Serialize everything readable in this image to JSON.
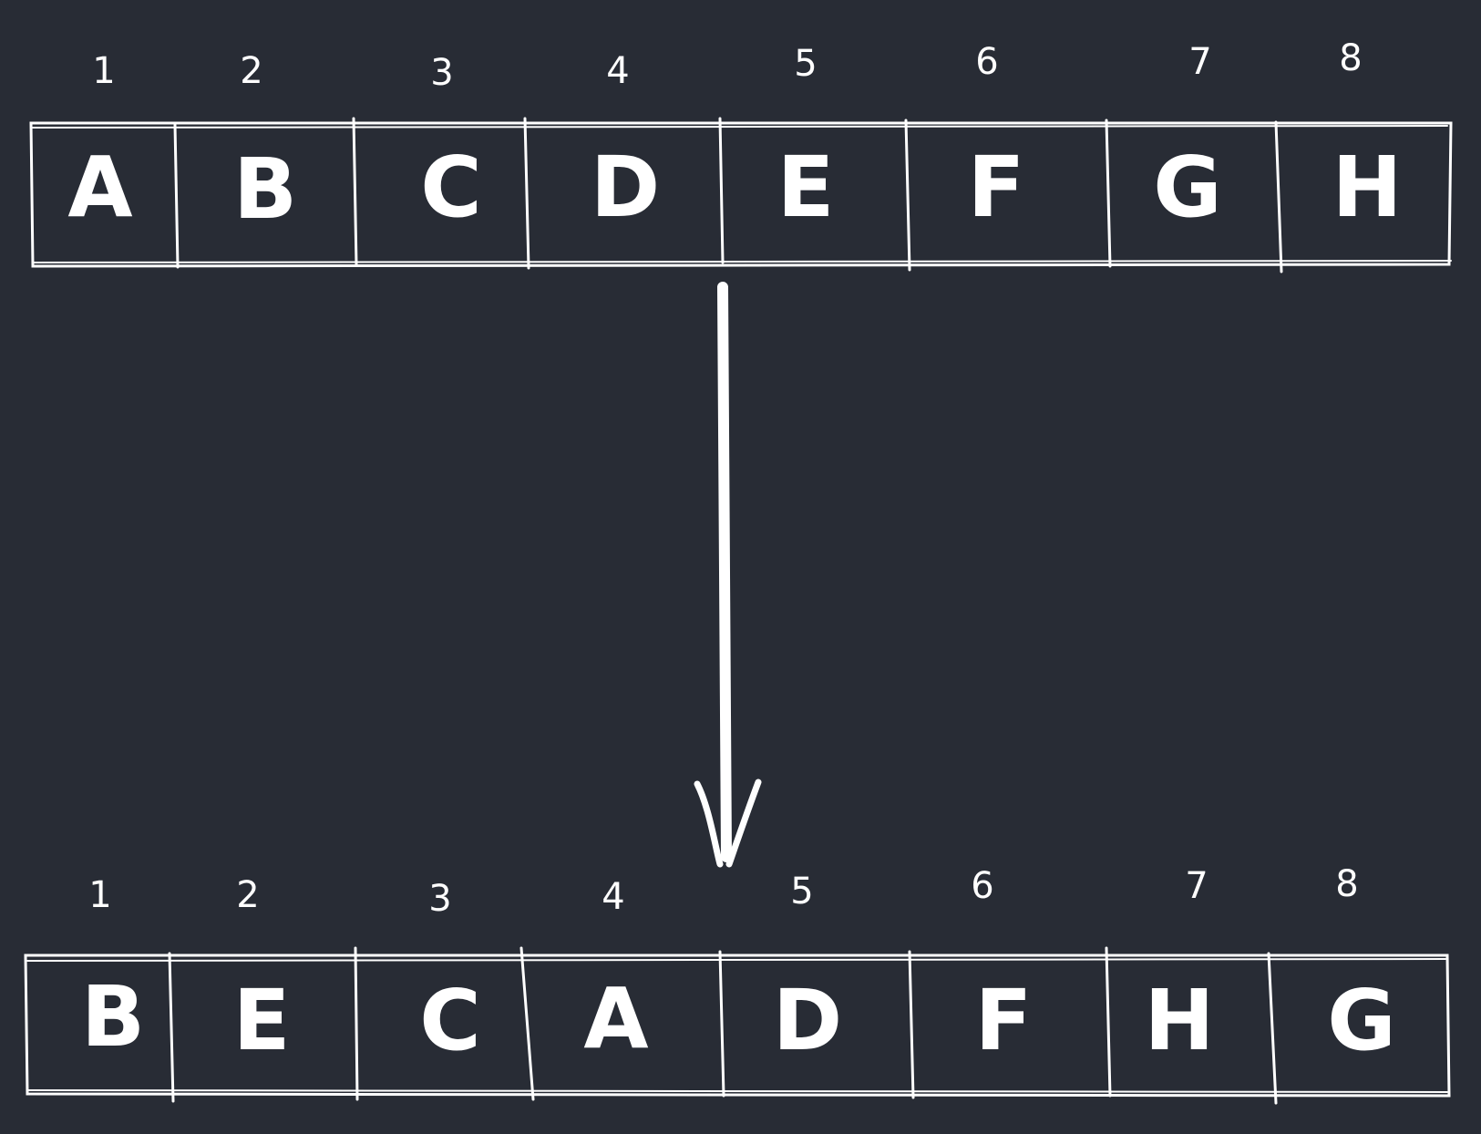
{
  "top_array": {
    "indices": [
      "1",
      "2",
      "3",
      "4",
      "5",
      "6",
      "7",
      "8"
    ],
    "cells": [
      "A",
      "B",
      "C",
      "D",
      "E",
      "F",
      "G",
      "H"
    ]
  },
  "bottom_array": {
    "indices": [
      "1",
      "2",
      "3",
      "4",
      "5",
      "6",
      "7",
      "8"
    ],
    "cells": [
      "B",
      "E",
      "C",
      "A",
      "D",
      "F",
      "H",
      "G"
    ]
  },
  "colors": {
    "background": "#282c35",
    "stroke": "#ffffff"
  },
  "connector": {
    "icon": "down-arrow-icon"
  }
}
